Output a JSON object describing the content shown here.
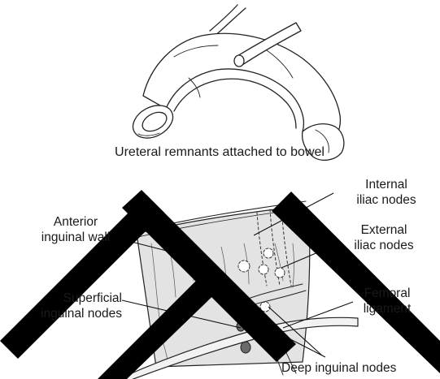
{
  "figure": {
    "top_caption": "Ureteral remnants attached to bowel",
    "labels": {
      "internal_iliac_nodes": [
        "Internal",
        "iliac nodes"
      ],
      "anterior_inguinal_wall": [
        "Anterior",
        "inguinal wall"
      ],
      "external_iliac_nodes": [
        "External",
        "iliac nodes"
      ],
      "superficial_inguinal_nodes": [
        "Superficial",
        "inguinal nodes"
      ],
      "femoral_ligament": [
        "Femoral",
        "ligament"
      ],
      "deep_inguinal_nodes": "Deep inguinal nodes"
    },
    "colors": {
      "line": "#222222",
      "tissue": "#e3e3e3",
      "nodes_filled": "#6a6a6a",
      "watermark": "#000000"
    }
  }
}
